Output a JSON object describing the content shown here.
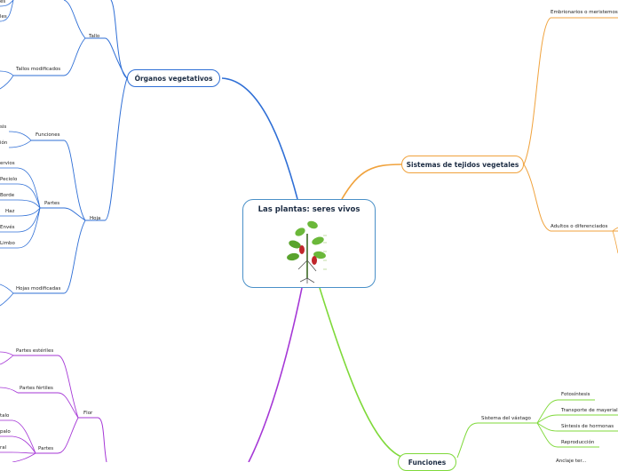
{
  "central": {
    "title": "Las plantas: seres vivos",
    "illustration": "plant-diagram-image"
  },
  "main_topics": {
    "organos": "Órganos vegetativos",
    "sistemas": "Sistemas de tejidos vegetales",
    "funciones": "Funciones"
  },
  "organos": {
    "tallo": "Tallo",
    "tallo_leaves": [
      "es",
      "les"
    ],
    "tallos_modificados": "Tallos modificados",
    "hoja": "Hoja",
    "funciones": "Funciones",
    "funciones_leaves": [
      "sis",
      "ión"
    ],
    "partes": "Partes",
    "partes_leaves": [
      "ervios",
      "Peciolo",
      "Borde",
      "Haz",
      "Envés",
      "Limbo"
    ],
    "hojas_modificadas": "Hojas modificadas"
  },
  "flor": {
    "flor": "Flor",
    "partes_esteriles": "Partes estériles",
    "partes_fertiles": "Partes fértiles",
    "partes": "Partes",
    "partes_leaves": [
      "talo",
      "palo",
      "ral"
    ]
  },
  "sistemas": {
    "embrionarios": "Embrionarios o meristemos",
    "adultos": "Adultos o diferenciados"
  },
  "funciones": {
    "sistema_vastago": "Sistema del vástago",
    "leaves": [
      "Fotosíntesis",
      "Transporte de mayerial",
      "Síntesis de hormonas",
      "Reproducción"
    ],
    "next_partial": "Anclaje ter..."
  },
  "colors": {
    "blue": "#2f6fd6",
    "orange": "#f0a23c",
    "green": "#7fd93a",
    "purple": "#a537d6"
  }
}
